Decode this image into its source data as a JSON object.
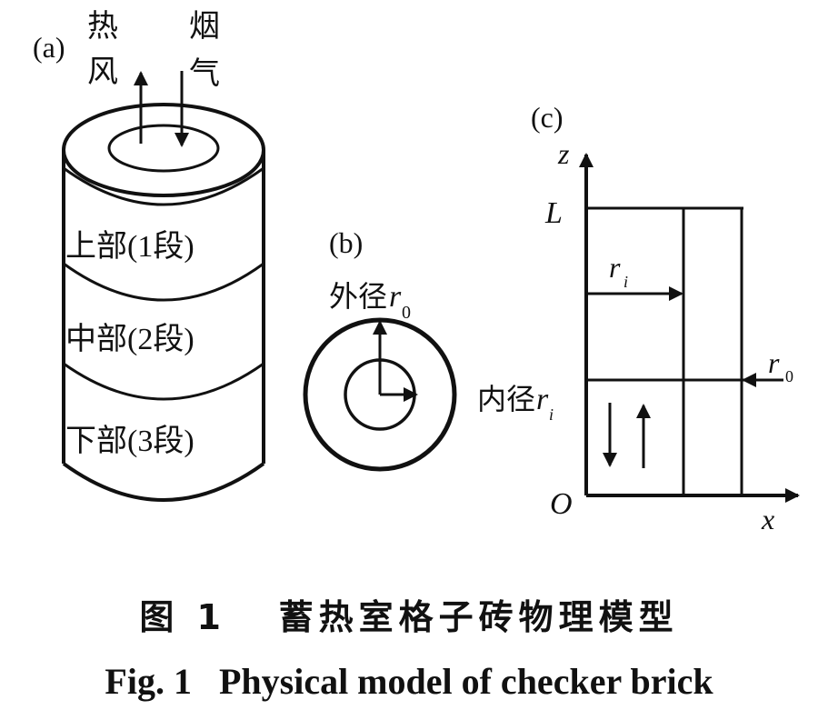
{
  "panel_a": {
    "label": "(a)",
    "hot_air_label": [
      "热",
      "风"
    ],
    "flue_gas_label": [
      "烟",
      "气"
    ],
    "segments": [
      "上部(1段)",
      "中部(2段)",
      "下部(3段)"
    ]
  },
  "panel_b": {
    "label": "(b)",
    "outer_radius_label": "外径",
    "outer_radius_symbol": "r",
    "outer_radius_subscript": "0"
  },
  "panel_c": {
    "label": "(c)",
    "z_axis": "z",
    "x_axis": "x",
    "origin": "O",
    "length": "L",
    "inner_radius_symbol": "r",
    "inner_radius_subscript": "i",
    "inner_radius_label": "内径",
    "outer_radius_symbol": "r",
    "outer_radius_subscript": "0"
  },
  "caption": {
    "chinese": "图 1   蓄热室格子砖物理模型",
    "english": "Fig. 1   Physical model of checker brick"
  }
}
